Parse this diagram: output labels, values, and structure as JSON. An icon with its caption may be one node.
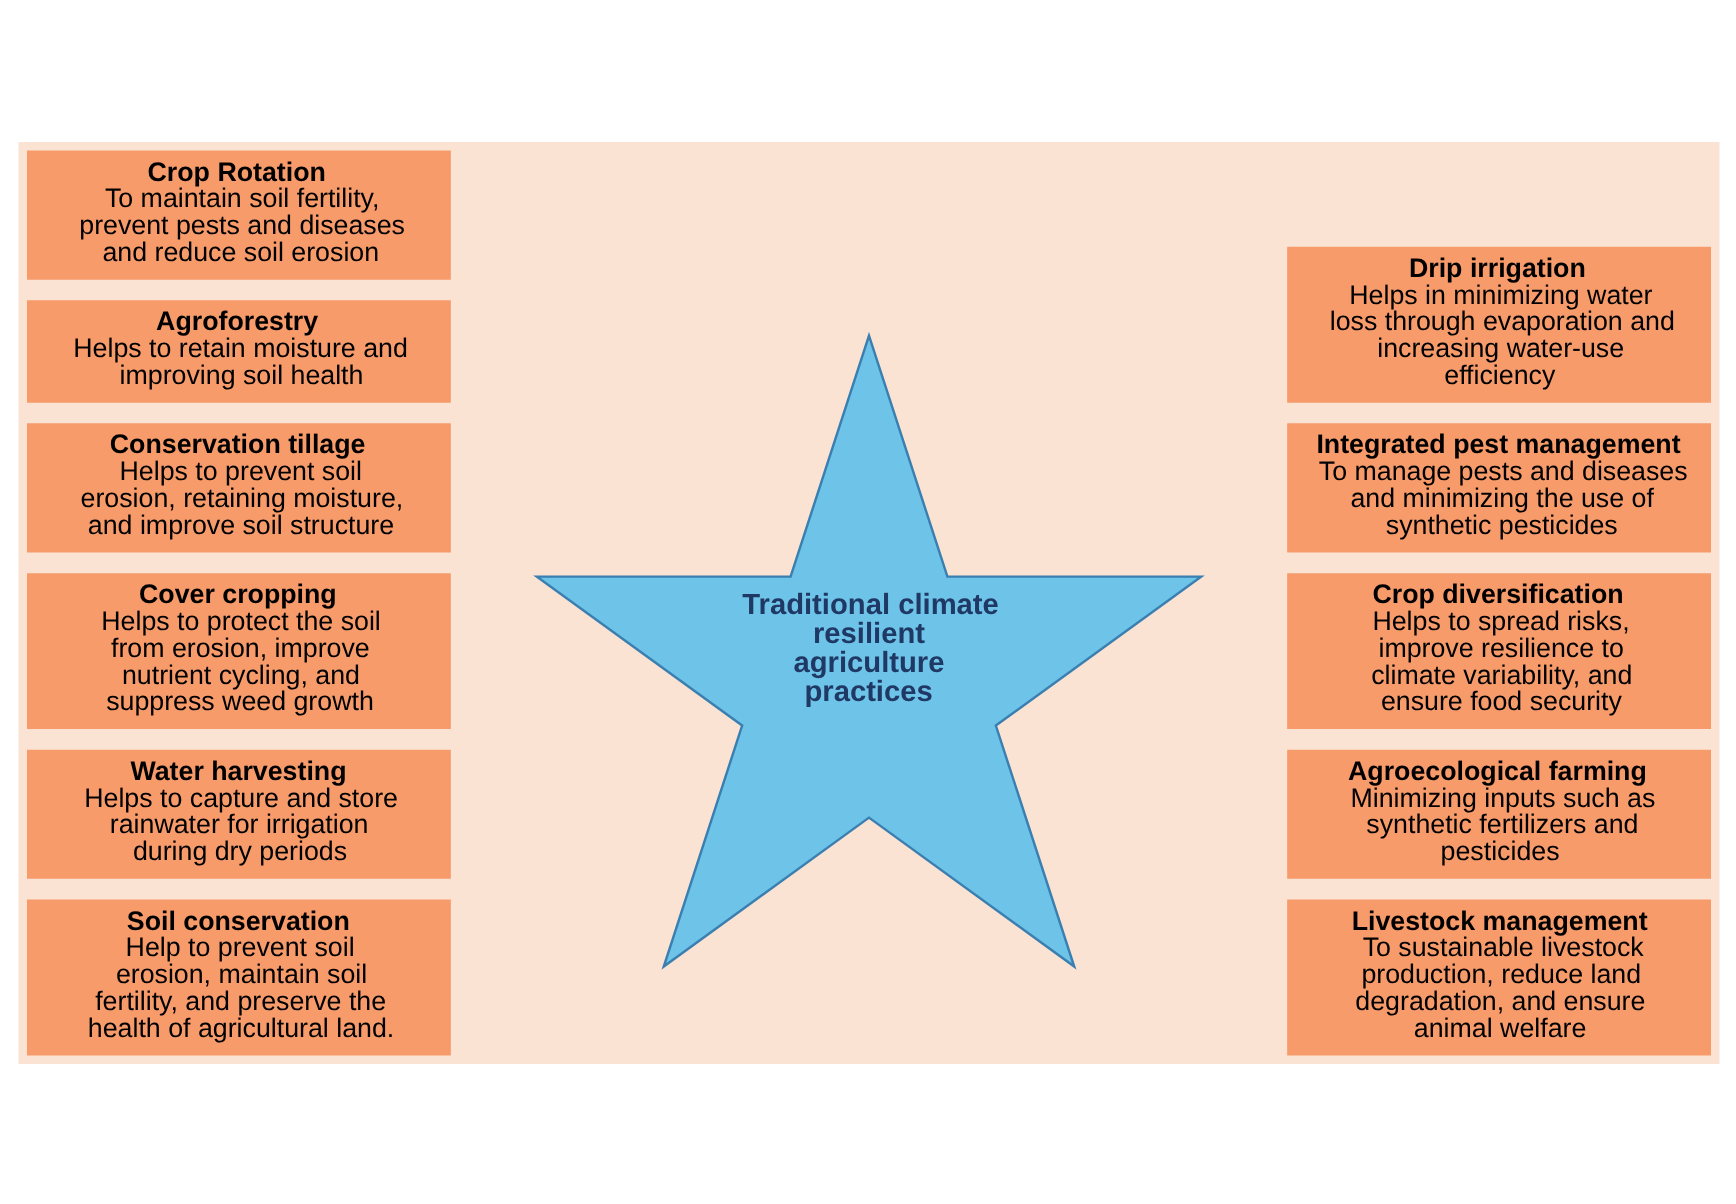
{
  "diagram": {
    "nodes": [
      {
        "text": [
          "Crop Rotation",
          "To maintain soil fertility, prevent pests and diseases and reduce soil erosion"
        ]
      },
      {
        "text": [
          "Agroforestry",
          "Helps to retain moisture and improving soil health"
        ]
      },
      {
        "text": [
          "Conservation tillage",
          "Helps to prevent soil erosion, retaining moisture, and improve soil structure"
        ]
      },
      {
        "text": [
          "Cover cropping",
          "Helps to protect the soil from erosion, improve nutrient cycling, and suppress weed growth"
        ]
      },
      {
        "text": [
          "Water harvesting",
          "Helps to capture and store rainwater for irrigation during dry periods"
        ]
      },
      {
        "text": [
          "Soil conservation",
          "Help to prevent soil erosion, maintain soil fertility, and preserve the health of agricultural land."
        ]
      },
      {
        "text": [
          "Traditional climate resilient agriculture practices"
        ]
      },
      {
        "text": [
          "Drip irrigation",
          "Helps in minimizing water loss through evaporation and increasing water-use efficiency"
        ]
      },
      {
        "text": [
          "Integrated pest management",
          "To manage pests and diseases and minimizing the use of synthetic pesticides"
        ]
      },
      {
        "text": [
          "Crop diversification",
          "Helps to spread risks, improve resilience to climate variability, and ensure food security"
        ]
      },
      {
        "text": [
          "Agroecological farming",
          "Minimizing inputs such as synthetic fertilizers and pesticides"
        ]
      },
      {
        "text": [
          "Livestock management",
          "To sustainable livestock production, reduce land degradation, and ensure animal welfare"
        ]
      }
    ],
    "edges": []
  }
}
